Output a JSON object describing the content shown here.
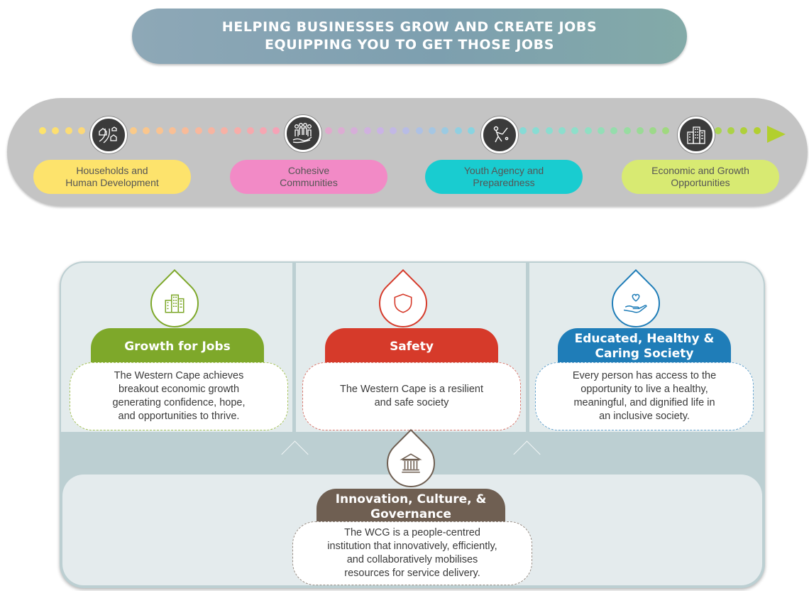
{
  "banner": {
    "line1": "HELPING BUSINESSES GROW AND CREATE JOBS",
    "line2": "EQUIPPING YOU TO GET THOSE JOBS"
  },
  "pathway": {
    "stages": [
      {
        "line1": "Households and",
        "line2": "Human Development",
        "icon": "houses-road-icon",
        "color": "#fde36c"
      },
      {
        "line1": "Cohesive",
        "line2": "Communities",
        "icon": "community-hand-icon",
        "color": "#f28ac6"
      },
      {
        "line1": "Youth Agency and",
        "line2": "Preparedness",
        "icon": "cricket-player-icon",
        "color": "#19ccd0"
      },
      {
        "line1": "Economic and Growth",
        "line2": "Opportunities",
        "icon": "buildings-icon",
        "color": "#d8ea72"
      }
    ]
  },
  "pillars": {
    "growth": {
      "title": "Growth for Jobs",
      "color": "#7ea82a",
      "icon": "buildings-icon",
      "desc": [
        "The Western Cape achieves",
        "breakout economic growth",
        "generating confidence, hope,",
        "and opportunities to thrive."
      ]
    },
    "safety": {
      "title": "Safety",
      "color": "#d63a2a",
      "icon": "shield-icon",
      "desc": [
        "The Western Cape is a resilient",
        "and safe society"
      ]
    },
    "educated": {
      "title_line1": "Educated, Healthy &",
      "title_line2": "Caring Society",
      "color": "#1f7db8",
      "icon": "heart-hand-icon",
      "desc": [
        "Every person has access to the",
        "opportunity to live a healthy,",
        "meaningful, and dignified life in",
        "an inclusive society."
      ]
    },
    "innovation": {
      "title_line1": "Innovation, Culture, &",
      "title_line2": "Governance",
      "color": "#6f5f52",
      "icon": "institution-icon",
      "desc": [
        "The WCG is a people-centred",
        "institution that innovatively, efficiently,",
        "and collaboratively mobilises",
        "resources for service delivery."
      ]
    }
  }
}
